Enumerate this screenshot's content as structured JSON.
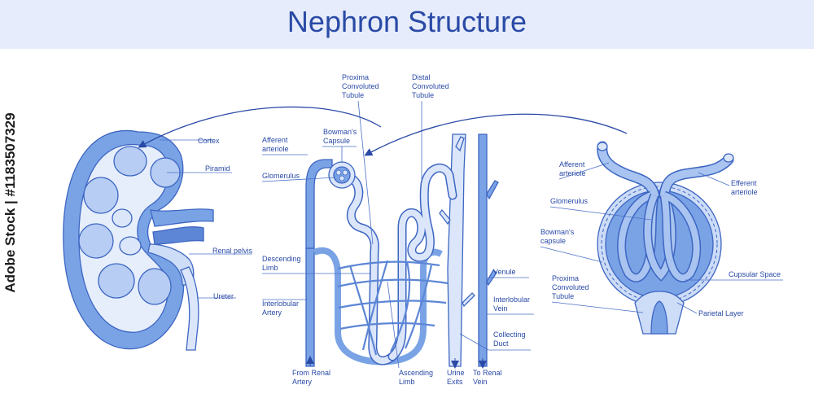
{
  "header": {
    "title": "Nephron Structure"
  },
  "watermark": "Adobe Stock | #1183507329",
  "colors": {
    "outline": "#3d66c2",
    "dark_fill": "#7aa3e6",
    "mid_fill": "#a9c4f0",
    "light_fill": "#dbe6fa",
    "text": "#2a4aa6",
    "header_bg": "#e6ecfb"
  },
  "kidney": {
    "labels": {
      "cortex": "Cortex",
      "piramid": "Piramid",
      "renal_pelvis": "Renal pelvis",
      "ureter": "Ureter"
    }
  },
  "nephron": {
    "labels": {
      "proxima_1": "Proxima",
      "proxima_2": "Convoluted",
      "proxima_3": "Tubule",
      "distal_1": "Distal",
      "distal_2": "Convoluted",
      "distal_3": "Tubule",
      "afferent_1": "Afferent",
      "afferent_2": "arteriole",
      "bowmans_1": "Bowman's",
      "bowmans_2": "Capsule",
      "glomerulus": "Glomerulus",
      "descending_1": "Descending",
      "descending_2": "Limb",
      "interlobular_artery_1": "Interlobular",
      "interlobular_artery_2": "Artery",
      "from_renal_1": "From Renal",
      "from_renal_2": "Artery",
      "ascending_1": "Ascending",
      "ascending_2": "Limb",
      "urine_1": "Urine",
      "urine_2": "Exits",
      "to_renal_1": "To Renal",
      "to_renal_2": "Vein",
      "venule": "Venule",
      "interlobular_vein_1": "Interlobular",
      "interlobular_vein_2": "Vein",
      "collecting_1": "Collecting",
      "collecting_2": "Duct"
    }
  },
  "corpuscle": {
    "labels": {
      "afferent_1": "Afferent",
      "afferent_2": "arteriole",
      "efferent_1": "Efferent",
      "efferent_2": "arteriole",
      "glomerulus": "Glomerulus",
      "bowmans_1": "Bowman's",
      "bowmans_2": "capsule",
      "proxima_1": "Proxima",
      "proxima_2": "Convoluted",
      "proxima_3": "Tubule",
      "cupsular_space": "Cupsular Space",
      "parietal_layer": "Parietal Layer"
    }
  }
}
